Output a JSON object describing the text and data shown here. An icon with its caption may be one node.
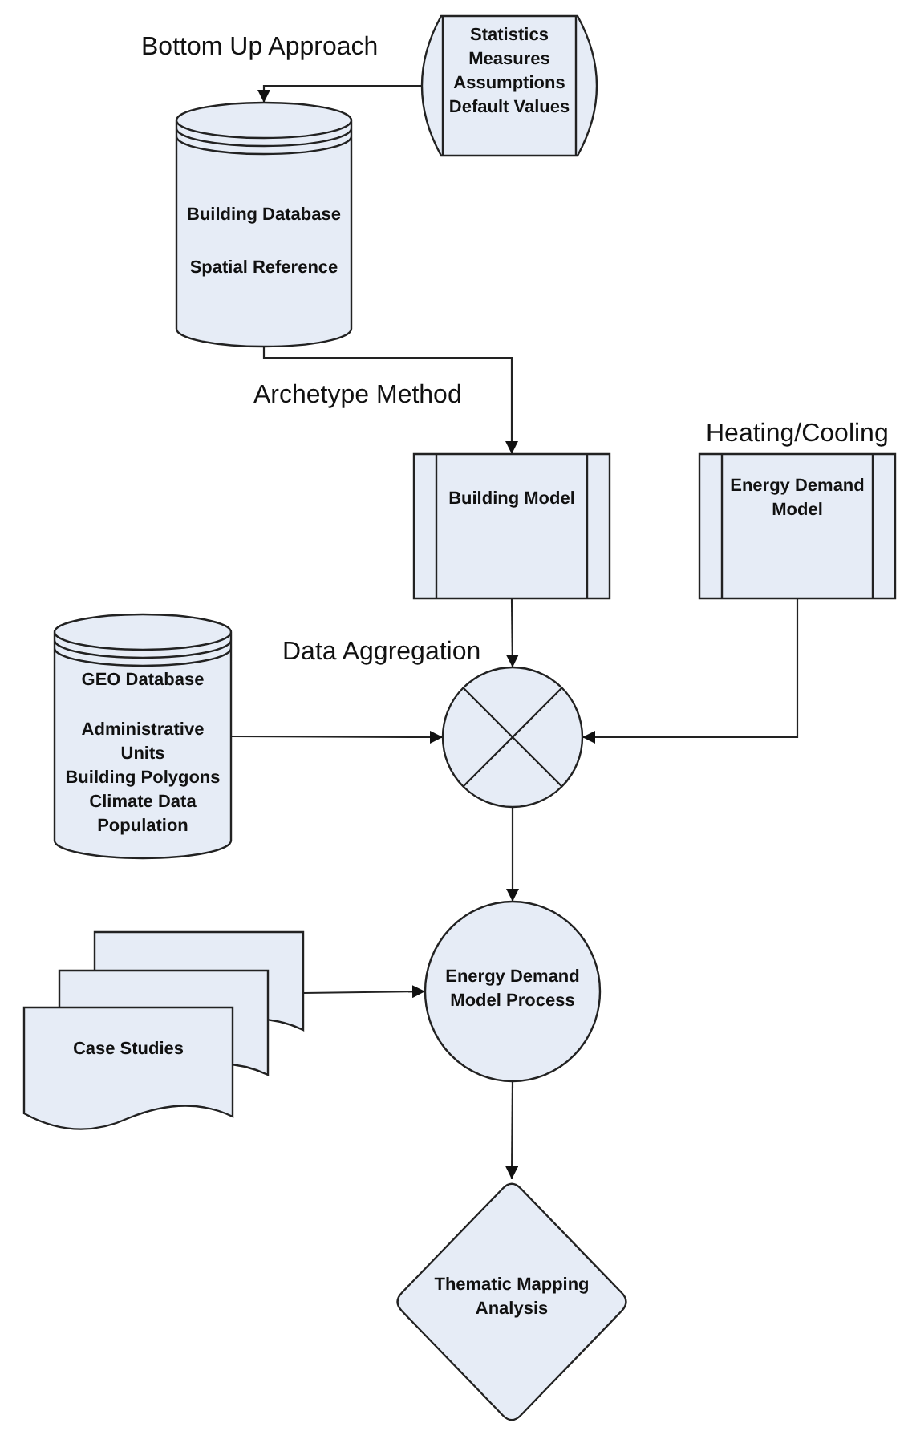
{
  "diagram": {
    "nodes": [
      {
        "text": [
          "Statistics",
          "Measures",
          "Assumptions",
          "Default Values"
        ]
      },
      {
        "text": [
          "Building Database",
          "Spatial Reference"
        ]
      },
      {
        "text": [
          "Building Model"
        ]
      },
      {
        "text": [
          "Energy Demand Model"
        ],
        "beside": [
          "Heating/Cooling"
        ]
      },
      {
        "text": [
          "GEO Database",
          "Administrative Units",
          "Building Polygons",
          "Climate Data",
          "Population"
        ]
      },
      {
        "text": [],
        "shape": "circle",
        "beside": [
          "Data Aggregation"
        ]
      },
      {
        "text": [
          "Case Studies"
        ]
      },
      {
        "text": [
          "Energy Demand Model Process"
        ]
      },
      {
        "text": [
          "Thematic Mapping Analysis"
        ]
      }
    ],
    "edges": [
      {
        "from": 0,
        "to": 1,
        "arrow": "to"
      },
      {
        "from": 1,
        "to": 2,
        "arrow": "to"
      },
      {
        "from": 2,
        "to": 5,
        "arrow": "to"
      },
      {
        "from": 3,
        "to": 5,
        "arrow": "to"
      },
      {
        "from": 4,
        "to": 5,
        "arrow": "to"
      },
      {
        "from": 5,
        "to": 7,
        "arrow": "to"
      },
      {
        "from": 6,
        "to": 7,
        "arrow": "to"
      },
      {
        "from": 7,
        "to": 8,
        "arrow": "to"
      }
    ],
    "labels": [
      "Bottom Up Approach",
      "Archetype Method"
    ]
  }
}
